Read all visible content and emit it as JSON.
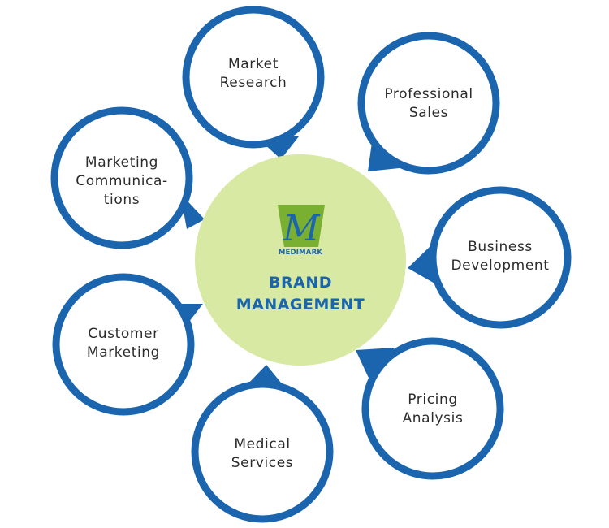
{
  "center": {
    "logo_letter": "M",
    "logo_text": "MEDIMARK",
    "title_line1": "BRAND",
    "title_line2": "MANAGEMENT"
  },
  "nodes": [
    {
      "id": "market-research",
      "lines": [
        "Market",
        "Research"
      ]
    },
    {
      "id": "professional-sales",
      "lines": [
        "Professional",
        "Sales"
      ]
    },
    {
      "id": "business-development",
      "lines": [
        "Business",
        "Development"
      ]
    },
    {
      "id": "pricing-analysis",
      "lines": [
        "Pricing",
        "Analysis"
      ]
    },
    {
      "id": "medical-services",
      "lines": [
        "Medical",
        "Services"
      ]
    },
    {
      "id": "customer-marketing",
      "lines": [
        "Customer",
        "Marketing"
      ]
    },
    {
      "id": "marketing-communications",
      "lines": [
        "Marketing",
        "Communica-",
        "tions"
      ]
    }
  ],
  "colors": {
    "node_border": "#1b65ae",
    "node_fill": "#ffffff",
    "center_fill": "#d7e9a3",
    "title": "#1b65ae",
    "text": "#2b2b2b",
    "logo_green": "#7ab032",
    "logo_blue": "#1b65ae"
  }
}
